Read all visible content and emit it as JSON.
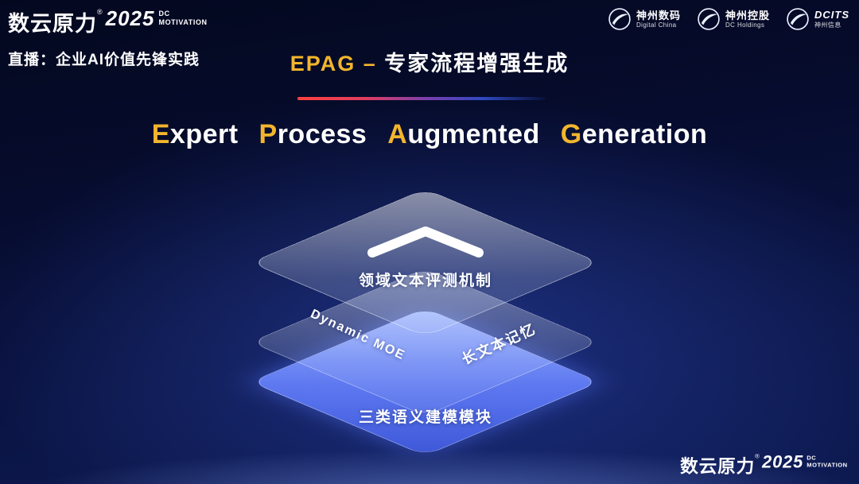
{
  "colors": {
    "background_dark": "#04081f",
    "background_glow": "#3858d6",
    "gold": "#f2b52d",
    "white": "#ffffff",
    "layer_glass": "rgba(255,255,255,0.40)",
    "layer_blue": "#5b76ef",
    "divider_left": "#ff4040",
    "divider_right": "#2f49c0"
  },
  "header": {
    "brand": {
      "name": "数云原力",
      "reg": "®",
      "year": "2025",
      "tagline_line1": "DC",
      "tagline_line2": "MOTIVATION"
    },
    "live_label": "直播：企业AI价值先锋实践",
    "slide_title_gold": "EPAG – ",
    "slide_title_cn": "专家流程增强生成",
    "partner_logos": [
      {
        "name": "神州数码",
        "subtitle": "Digital China"
      },
      {
        "name": "神州控股",
        "subtitle": "DC Holdings"
      },
      {
        "name": "DCITS",
        "subtitle": "神州信息"
      }
    ]
  },
  "main": {
    "title": {
      "words": [
        {
          "initial": "E",
          "rest": "xpert"
        },
        {
          "initial": "P",
          "rest": "rocess"
        },
        {
          "initial": "A",
          "rest": "ugmented"
        },
        {
          "initial": "G",
          "rest": "eneration"
        }
      ]
    },
    "diagram": {
      "top_layer_label": "领域文本评测机制",
      "middle_layer_left_label": "Dynamic MOE",
      "middle_layer_right_label": "长文本记忆",
      "bottom_layer_label": "三类语义建模模块"
    }
  },
  "footer": {
    "brand": {
      "name": "数云原力",
      "reg": "®",
      "year": "2025",
      "tagline_line1": "DC",
      "tagline_line2": "MOTIVATION"
    }
  }
}
